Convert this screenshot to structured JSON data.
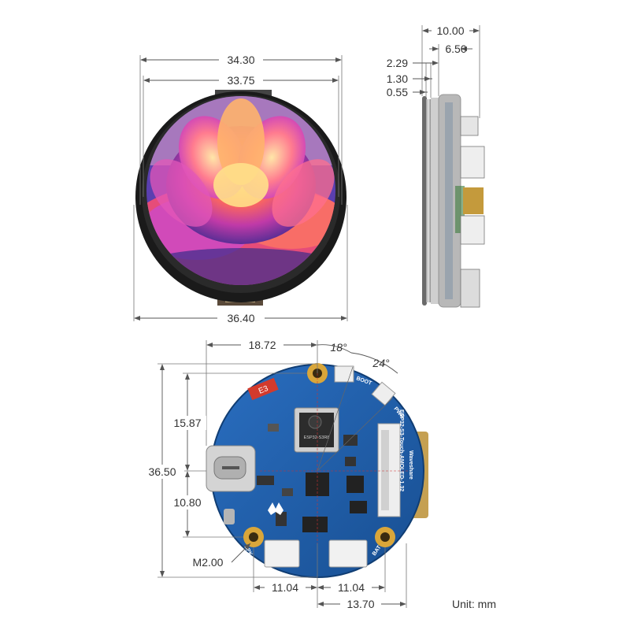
{
  "colors": {
    "pcb": "#1f5fa8",
    "bezel": "#1a1a1a",
    "pad": "#d9a63a",
    "dimension": "#555555"
  },
  "front_view": {
    "outer_width": "34.30",
    "display_width": "33.75",
    "total_width": "36.40"
  },
  "side_view": {
    "total_thickness": "10.00",
    "body_thickness": "6.50",
    "dim_a": "2.29",
    "dim_b": "1.30",
    "dim_c": "0.55"
  },
  "back_view": {
    "center_offset_x": "18.72",
    "angle_1": "18°",
    "angle_2": "24°",
    "upper_height": "15.87",
    "total_height": "36.50",
    "lower_height": "10.80",
    "mount_hole": "M2.00",
    "hole_spacing_left": "11.04",
    "hole_spacing_right": "11.04",
    "connector_spacing": "13.70",
    "silkscreen": {
      "brand": "Waveshare",
      "model": "ESP32-S3-Touch-AMOLED-1.32",
      "boot": "BOOT",
      "pwr": "PWR",
      "spk": "SPK",
      "bat": "BAT",
      "chip": "ESP32-S3R8",
      "badge": "E3"
    }
  },
  "unit_label": "Unit: mm"
}
